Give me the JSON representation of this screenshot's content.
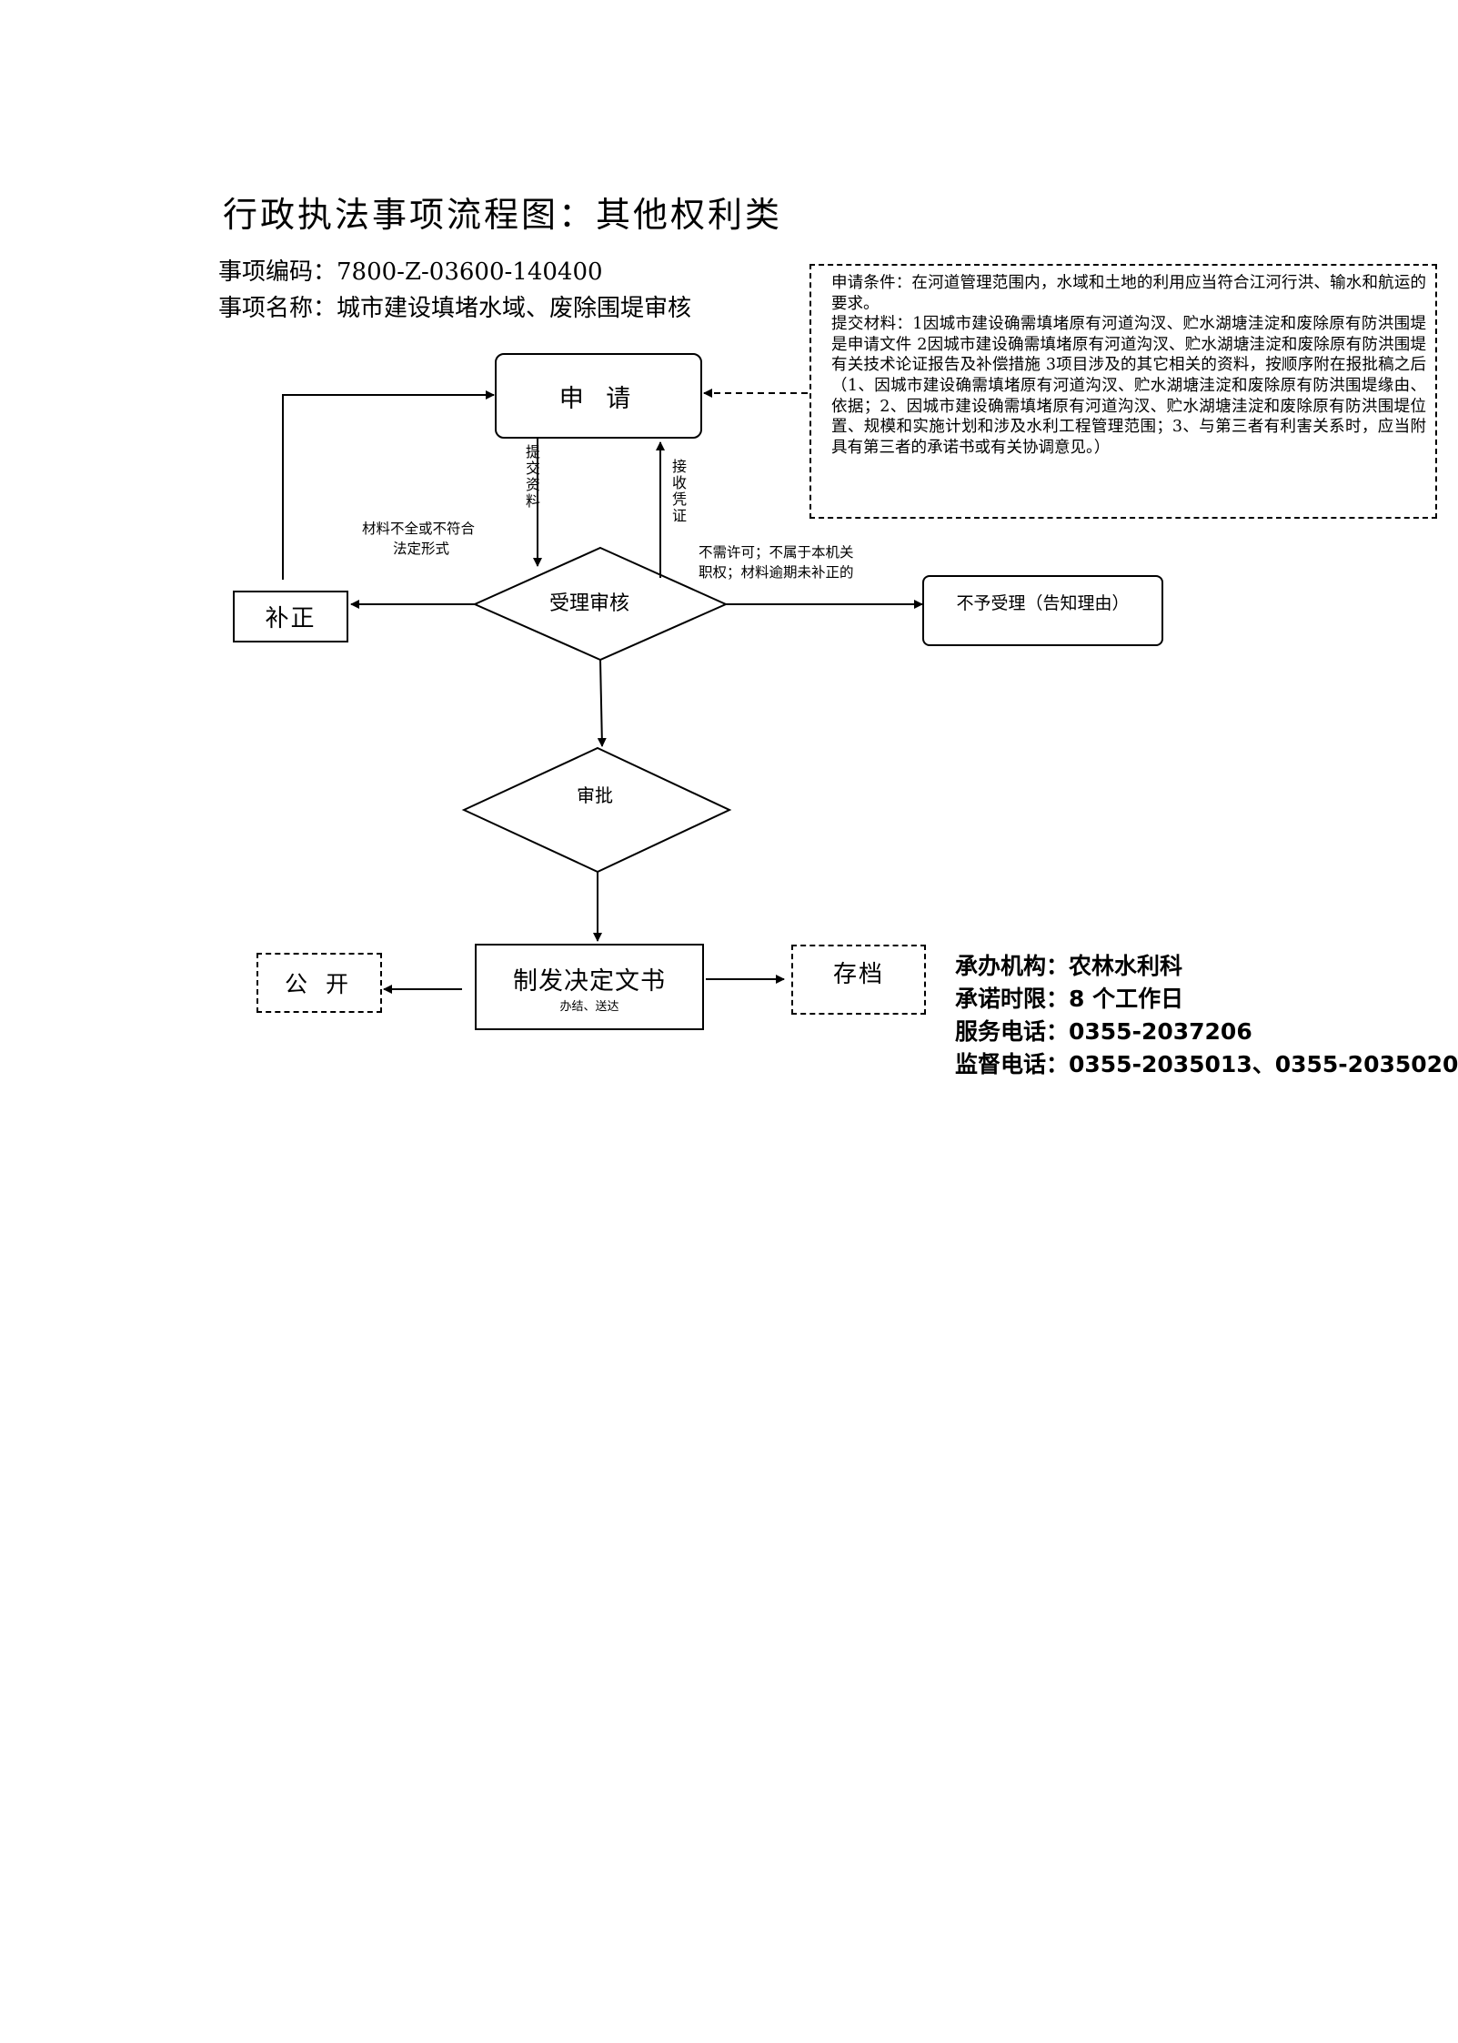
{
  "title": "行政执法事项流程图：其他权利类",
  "item_code": "事项编码：7800-Z-03600-140400",
  "item_name": "事项名称：城市建设填堵水域、废除围堤审核",
  "conditions": {
    "apply": "申请条件：在河道管理范围内，水域和土地的利用应当符合江河行洪、输水和航运的要求。",
    "materials": "提交材料：1因城市建设确需填堵原有河道沟汊、贮水湖塘洼淀和废除原有防洪围堤是申请文件 2因城市建设确需填堵原有河道沟汊、贮水湖塘洼淀和废除原有防洪围堤有关技术论证报告及补偿措施 3项目涉及的其它相关的资料，按顺序附在报批稿之后（1、因城市建设确需填堵原有河道沟汊、贮水湖塘洼淀和废除原有防洪围堤缘由、依据；2、因城市建设确需填堵原有河道沟汊、贮水湖塘洼淀和废除原有防洪围堤位置、规模和实施计划和涉及水利工程管理范围；3、与第三者有利害关系时，应当附具有第三者的承诺书或有关协调意见。）"
  },
  "nodes": {
    "apply": "申 请",
    "correct": "补正",
    "review": "受理审核",
    "reject": "不予受理（告知理由）",
    "approve": "审批",
    "decision": "制发决定文书",
    "decision_sub": "办结、送达",
    "publish": "公 开",
    "archive": "存档"
  },
  "labels": {
    "submit": "提交资料",
    "receive": "接收凭证",
    "incomplete_line1": "材料不全或不符合",
    "incomplete_line2": "法定形式",
    "reject_line1": "不需许可；不属于本机关",
    "reject_line2": "职权；材料逾期未补正的"
  },
  "info": {
    "agency": "承办机构：农林水利科",
    "time_limit": "承诺时限：8 个工作日",
    "service_phone": "服务电话：0355-2037206",
    "supervision_phone": "监督电话：0355-2035013、0355-2035020"
  }
}
